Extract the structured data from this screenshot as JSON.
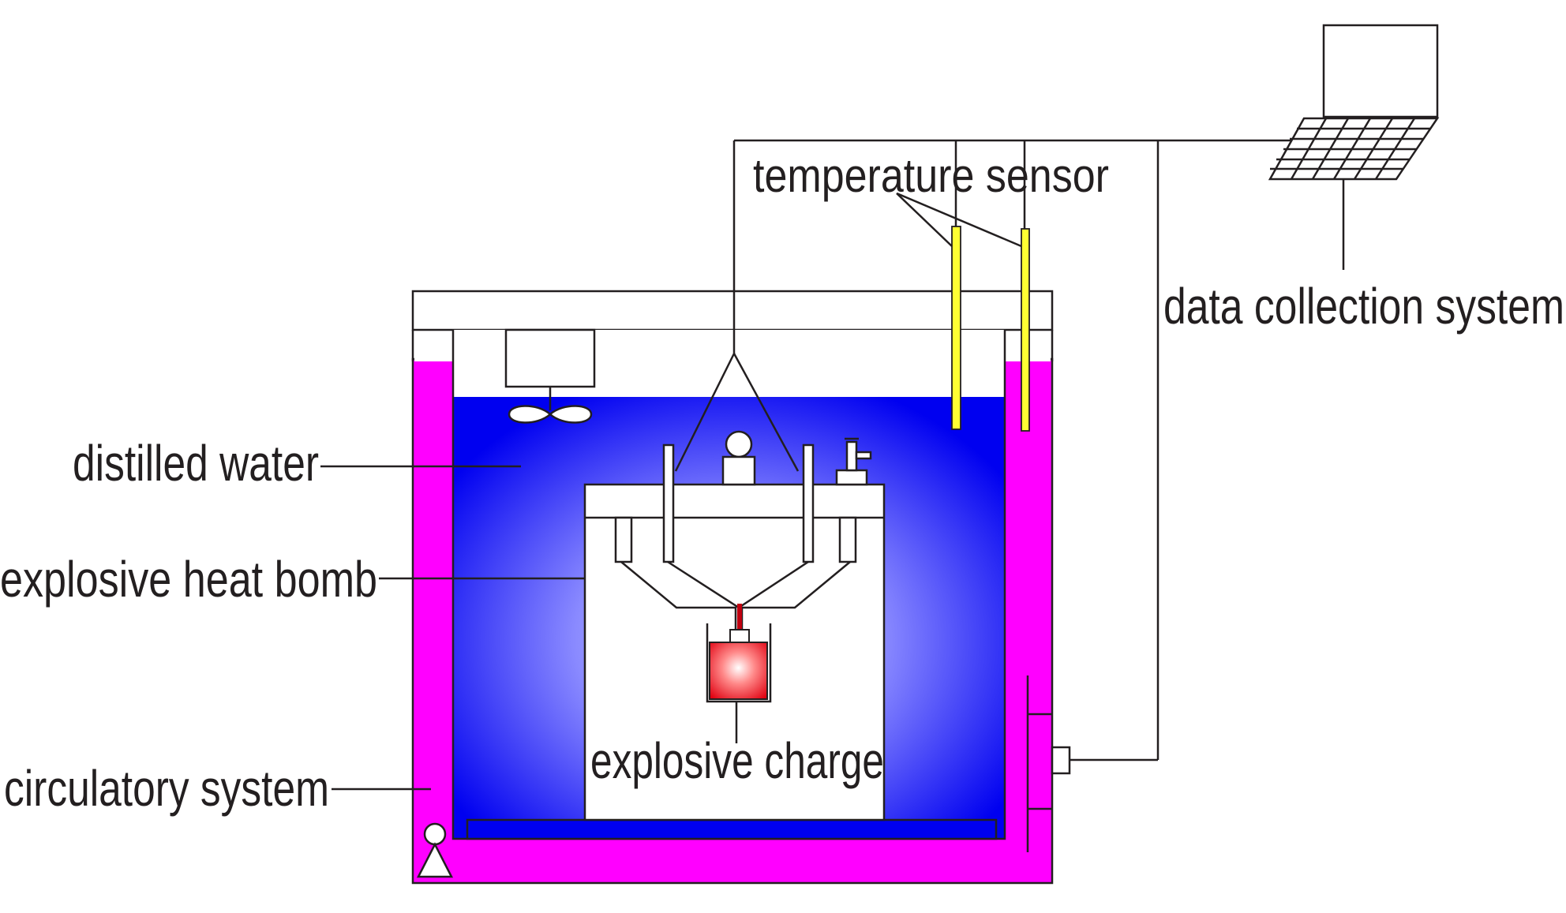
{
  "labels": {
    "temperature_sensor": "temperature sensor",
    "data_collection_system": "data collection system",
    "distilled_water": "distilled water",
    "explosive_heat_bomb": "explosive heat bomb",
    "circulatory_system": "circulatory system",
    "explosive_charge": "explosive charge"
  },
  "colors": {
    "circulatory_fill": "#ff00ff",
    "water_center": "#c8c8ff",
    "water_edge": "#0000ff",
    "charge_center": "#ffffff",
    "charge_edge": "#e00010",
    "sensor_fill": "#ffff33",
    "line": "#231f20"
  },
  "icons": {
    "computer": "laptop-icon",
    "stirrer": "propeller-icon",
    "pump": "pump-icon"
  }
}
